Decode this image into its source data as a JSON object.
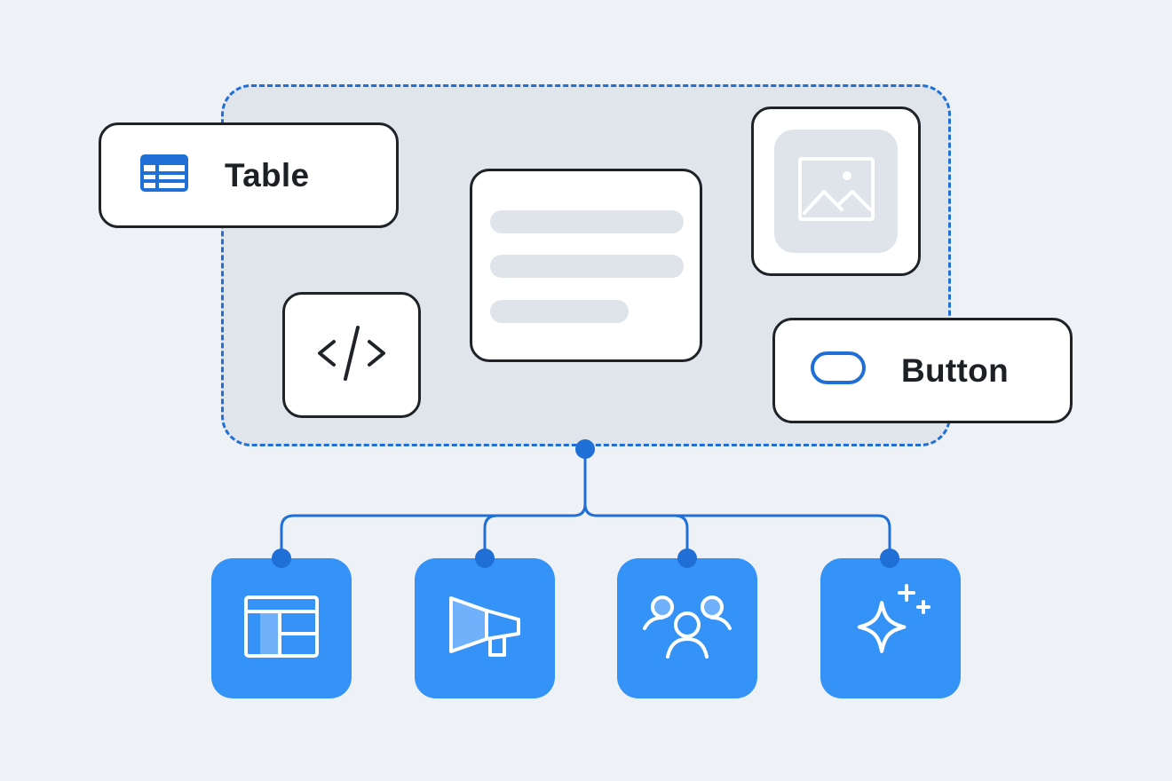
{
  "components": {
    "table": {
      "label": "Table",
      "icon": "table-icon"
    },
    "button": {
      "label": "Button",
      "icon": "button-pill-icon"
    },
    "code": {
      "icon": "code-icon"
    },
    "text_block": {
      "icon": "text-lines",
      "line_count": 3
    },
    "image": {
      "icon": "image-icon"
    }
  },
  "modules": [
    {
      "id": "layout",
      "icon": "layout-icon"
    },
    {
      "id": "campaign",
      "icon": "megaphone-icon"
    },
    {
      "id": "audience",
      "icon": "users-icon"
    },
    {
      "id": "ai",
      "icon": "sparkle-icon"
    }
  ],
  "colors": {
    "background": "#eef2f6",
    "dropzone_fill": "#dfe5eb",
    "accent_blue": "#1f6fd6",
    "tile_blue": "#3592f6",
    "card_border": "#1f2328",
    "placeholder_gray": "#dfe4ea"
  }
}
